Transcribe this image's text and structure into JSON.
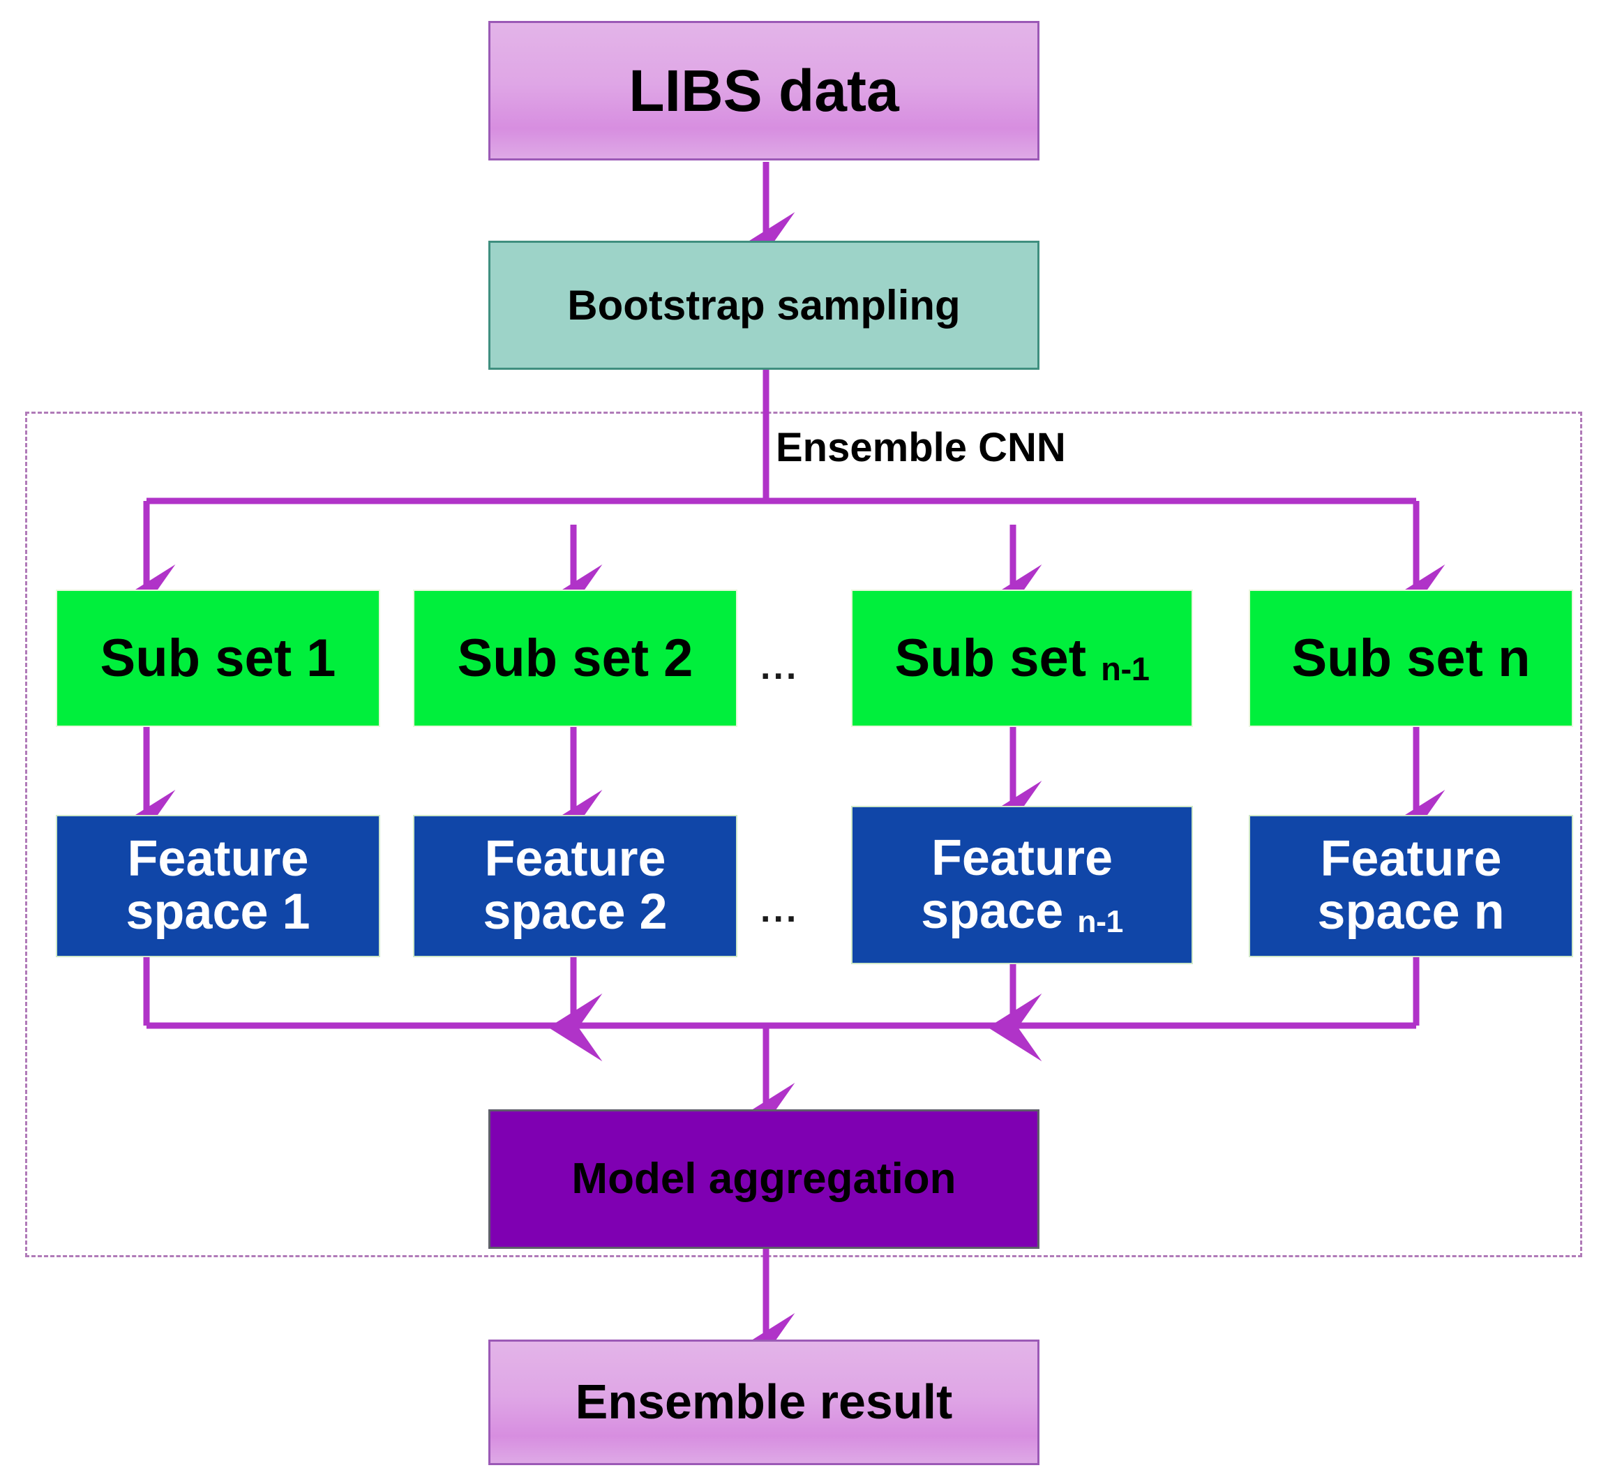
{
  "diagram": {
    "title_node": "LIBS data",
    "accent_line_color": "#b033c8",
    "container_label": "Ensemble CNN",
    "ellipsis": "...",
    "nodes": {
      "libs_data": "LIBS data",
      "bootstrap_sampling": "Bootstrap sampling",
      "model_aggregation": "Model aggregation",
      "ensemble_result": "Ensemble result"
    },
    "subsets": [
      {
        "base": "Sub set 1",
        "label": "Sub set ",
        "index": "1",
        "sub": false
      },
      {
        "base": "Sub set 2",
        "label": "Sub set ",
        "index": "2",
        "sub": false
      },
      {
        "base": "Sub set n-1",
        "label": "Sub set ",
        "index": "n-1",
        "sub": true
      },
      {
        "base": "Sub set n",
        "label": "Sub set ",
        "index": "n",
        "sub": false
      }
    ],
    "feature_spaces": [
      {
        "line1": "Feature",
        "line2": "space ",
        "index": "1",
        "sub": false
      },
      {
        "line1": "Feature",
        "line2": "space ",
        "index": "2",
        "sub": false
      },
      {
        "line1": "Feature",
        "line2": "space ",
        "index": "n-1",
        "sub": true
      },
      {
        "line1": "Feature",
        "line2": "space ",
        "index": "n",
        "sub": false
      }
    ],
    "colors": {
      "lilac_fill": "#dfa6e6",
      "lilac_border": "#9b59b6",
      "teal_fill": "#9dd3c8",
      "teal_border": "#3f8f7f",
      "green_fill": "#00ef3c",
      "blue_fill": "#1046a8",
      "violet_fill": "#7f00b2",
      "dashed_border": "#b07ab8",
      "arrow": "#b033c8"
    }
  }
}
